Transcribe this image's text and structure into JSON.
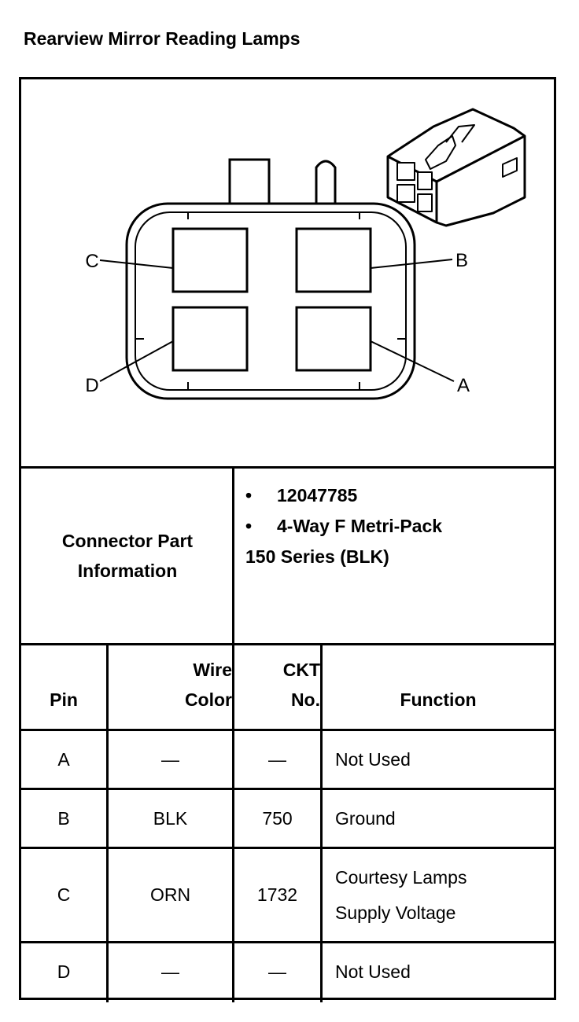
{
  "title": "Rearview Mirror Reading Lamps",
  "connector": {
    "pin_labels": {
      "a": "A",
      "b": "B",
      "c": "C",
      "d": "D"
    }
  },
  "part_info": {
    "label_line1": "Connector Part",
    "label_line2": "Information",
    "bullet_symbol": "•",
    "bullet1": "12047785",
    "bullet2": "4-Way F Metri-Pack",
    "line3": "150 Series (BLK)"
  },
  "table": {
    "headers": {
      "pin": "Pin",
      "wire_line1": "Wire",
      "wire_line2": "Color",
      "ckt_line1": "CKT",
      "ckt_line2": "No.",
      "function": "Function"
    },
    "rows": [
      {
        "pin": "A",
        "wire": "—",
        "ckt": "—",
        "function": "Not Used"
      },
      {
        "pin": "B",
        "wire": "BLK",
        "ckt": "750",
        "function": "Ground"
      },
      {
        "pin": "C",
        "wire": "ORN",
        "ckt": "1732",
        "function_line1": "Courtesy Lamps",
        "function_line2": "Supply Voltage"
      },
      {
        "pin": "D",
        "wire": "—",
        "ckt": "—",
        "function": "Not Used"
      }
    ]
  }
}
